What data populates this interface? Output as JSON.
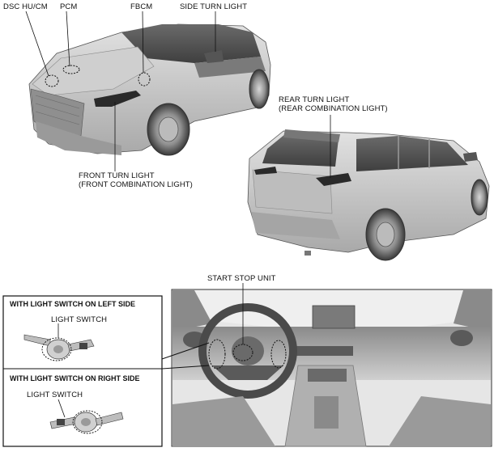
{
  "labels": {
    "dsc_hu_cm": "DSC HU/CM",
    "pcm": "PCM",
    "fbcm": "FBCM",
    "side_turn_light": "SIDE TURN LIGHT",
    "front_turn_light_line1": "FRONT TURN LIGHT",
    "front_turn_light_line2": "(FRONT COMBINATION LIGHT)",
    "rear_turn_light_line1": "REAR TURN LIGHT",
    "rear_turn_light_line2": "(REAR COMBINATION LIGHT)",
    "start_stop_unit": "START STOP UNIT"
  },
  "inset": {
    "left_side_title": "WITH LIGHT SWITCH ON LEFT SIDE",
    "left_side_part": "LIGHT SWITCH",
    "right_side_title": "WITH LIGHT SWITCH ON RIGHT SIDE",
    "right_side_part": "LIGHT SWITCH"
  },
  "colors": {
    "body": "#c9c9c9",
    "body_shadow": "#9a9a9a",
    "glass": "#5f5f5f",
    "interior": "#bdbdbd",
    "outline": "#222222"
  }
}
